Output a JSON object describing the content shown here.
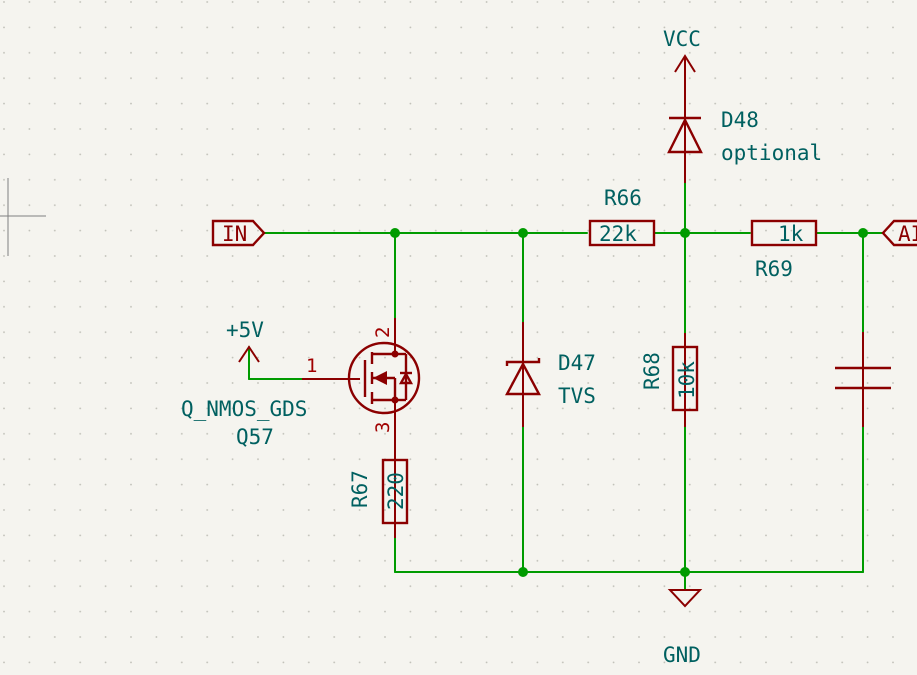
{
  "ports": {
    "input": "IN",
    "right": "AI"
  },
  "power": {
    "vcc": "VCC",
    "plus5v": "+5V",
    "gnd": "GND"
  },
  "components": {
    "d48": {
      "ref": "D48",
      "value": "optional"
    },
    "r66": {
      "ref": "R66",
      "value": "22k"
    },
    "r69": {
      "ref": "R69",
      "value": "1k"
    },
    "q57": {
      "ref": "Q57",
      "value": "Q_NMOS_GDS",
      "pin_gate": "1",
      "pin_drain": "2",
      "pin_source": "3"
    },
    "d47": {
      "ref": "D47",
      "value": "TVS"
    },
    "r68": {
      "ref": "R68",
      "value": "10k"
    },
    "r67": {
      "ref": "R67",
      "value": "220"
    }
  },
  "colors": {
    "background": "#f5f4ef",
    "wire": "#009b00",
    "component": "#8b0000",
    "label": "#006060"
  }
}
